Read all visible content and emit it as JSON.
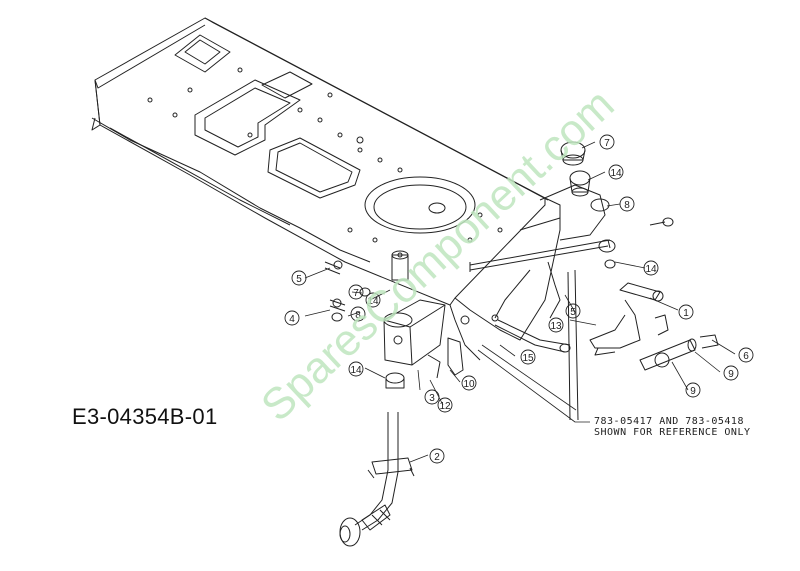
{
  "diagram": {
    "id_label": "E3-04354B-01",
    "reference_note_line1": "783-05417 AND 783-05418",
    "reference_note_line2": "SHOWN FOR REFERENCE ONLY",
    "watermark": "SparesComponent.com"
  },
  "callouts": [
    {
      "key": "c1",
      "label": "1"
    },
    {
      "key": "c2",
      "label": "2"
    },
    {
      "key": "c3",
      "label": "3"
    },
    {
      "key": "c4",
      "label": "4"
    },
    {
      "key": "c5a",
      "label": "5"
    },
    {
      "key": "c5b",
      "label": "5"
    },
    {
      "key": "c6",
      "label": "6"
    },
    {
      "key": "c7a",
      "label": "7"
    },
    {
      "key": "c7b",
      "label": "7"
    },
    {
      "key": "c8a",
      "label": "8"
    },
    {
      "key": "c8b",
      "label": "8"
    },
    {
      "key": "c9a",
      "label": "9"
    },
    {
      "key": "c9b",
      "label": "9"
    },
    {
      "key": "c10",
      "label": "10"
    },
    {
      "key": "c12",
      "label": "12"
    },
    {
      "key": "c13",
      "label": "13"
    },
    {
      "key": "c14a",
      "label": "14"
    },
    {
      "key": "c14b",
      "label": "14"
    },
    {
      "key": "c14c",
      "label": "14"
    },
    {
      "key": "c14d",
      "label": "14"
    },
    {
      "key": "c15",
      "label": "15"
    }
  ]
}
